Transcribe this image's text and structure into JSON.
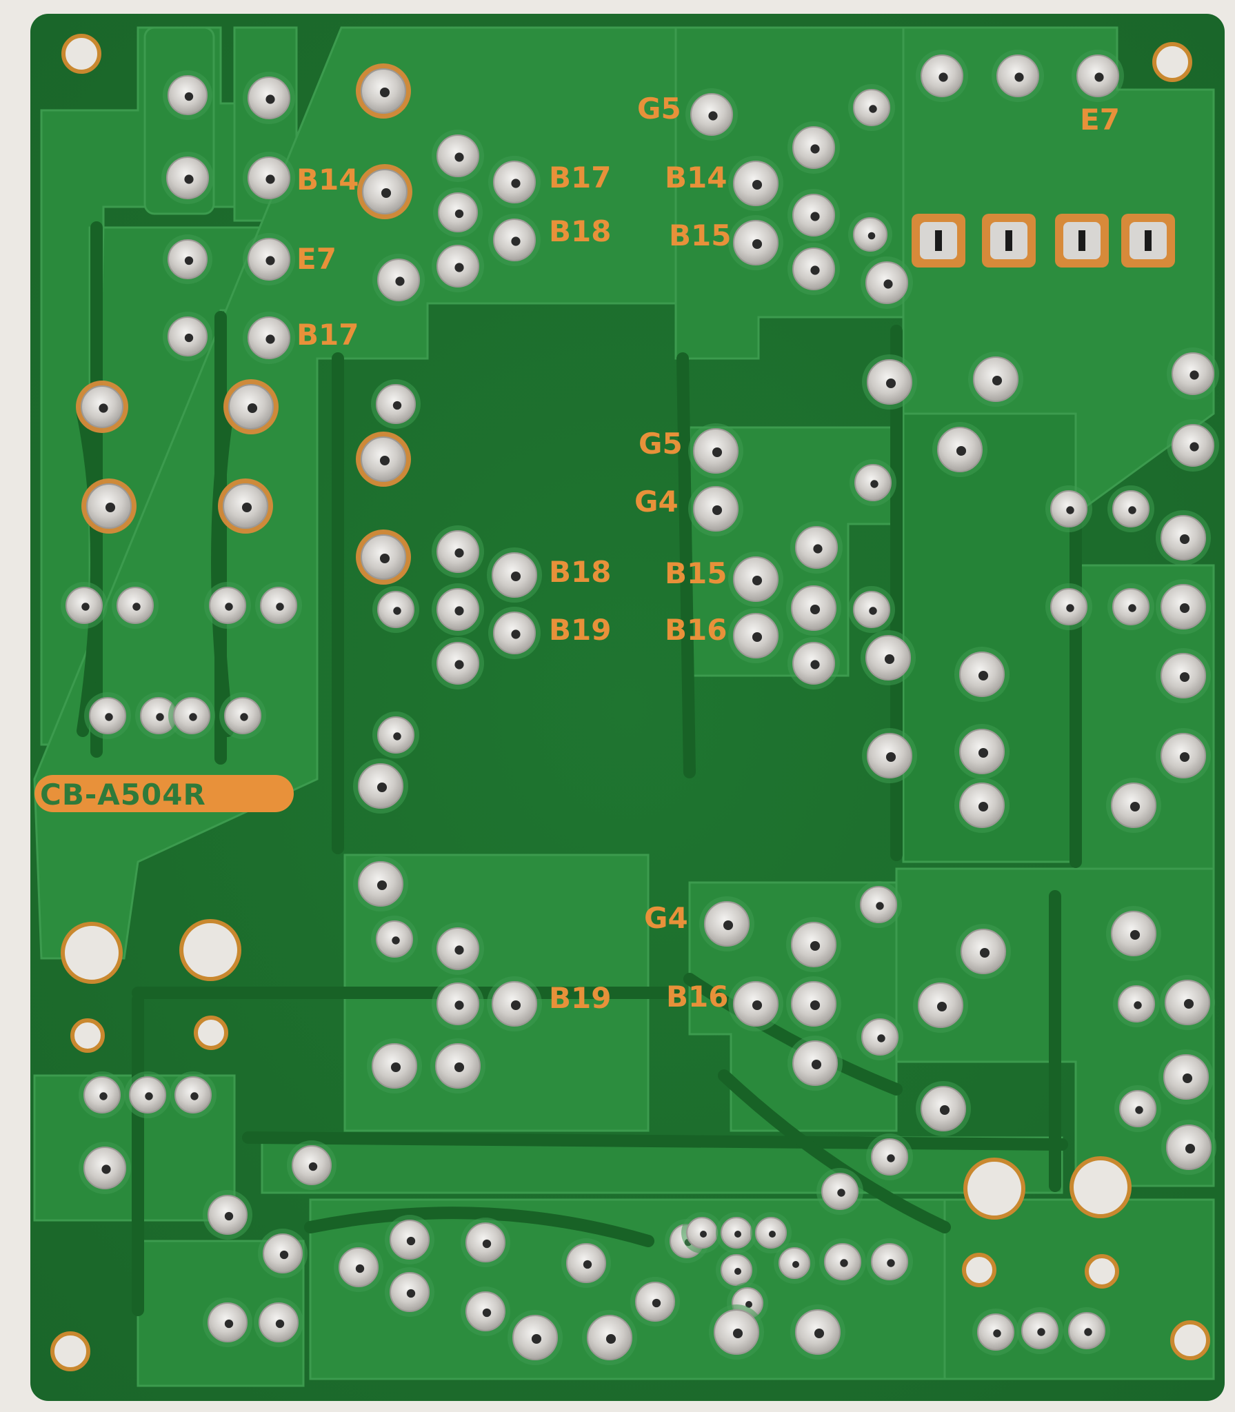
{
  "board": {
    "part_number": "CB-A504R",
    "labels": {
      "top_left": {
        "b14": "B14",
        "e7": "E7",
        "b17": "B17"
      },
      "top_mid": {
        "b17": "B17",
        "b18": "B18"
      },
      "top_right": {
        "g5": "G5",
        "b14": "B14",
        "b15": "B15",
        "e7": "E7"
      },
      "mid_mid": {
        "b18": "B18",
        "b19": "B19"
      },
      "mid_right": {
        "g5": "G5",
        "g4": "G4",
        "b15": "B15",
        "b16": "B16"
      },
      "bottom_mid": {
        "b19": "B19"
      },
      "bottom_right": {
        "g4": "G4",
        "b16": "B16"
      }
    }
  },
  "colors": {
    "background": "#ece9e4",
    "board_light": "#2a8a3c",
    "board_dark": "#1b6a2b",
    "trace_edge": "#4aa65c",
    "silkscreen": "#e8913a",
    "pad_solder": "#d8d6d3",
    "copper": "#d78a3a"
  }
}
